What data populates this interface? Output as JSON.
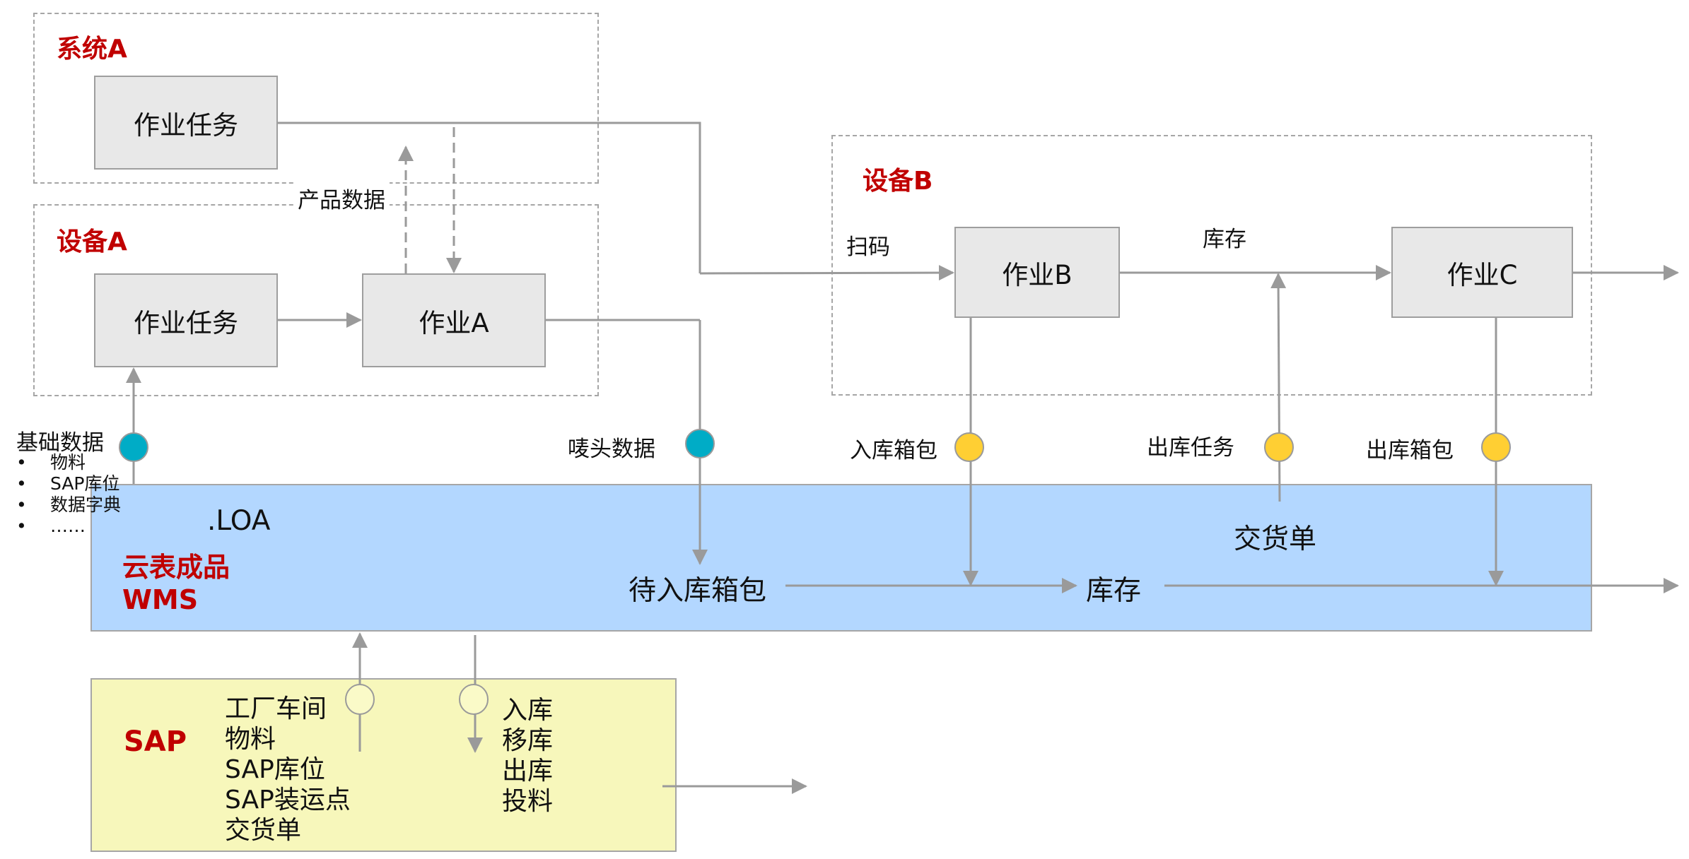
{
  "groups": {
    "system_a": {
      "title": "系统A",
      "task": "作业任务"
    },
    "device_a": {
      "title": "设备A",
      "task": "作业任务",
      "job": "作业A"
    },
    "device_b": {
      "title": "设备B",
      "job_b": "作业B",
      "job_c": "作业C",
      "scan_label": "扫码",
      "stock_label": "库存"
    }
  },
  "flow_labels": {
    "product_data": "产品数据",
    "base_data": "基础数据",
    "base_data_items": [
      "物料",
      "SAP库位",
      "数据字典",
      "……"
    ],
    "mark_data": "唛头数据",
    "inbound_package": "入库箱包",
    "outbound_task": "出库任务",
    "outbound_package": "出库箱包"
  },
  "wms": {
    "loa": ".LOA",
    "title_line1": "云表成品",
    "title_line2": "WMS",
    "pending_inbound": "待入库箱包",
    "stock": "库存",
    "delivery_note": "交货单"
  },
  "sap": {
    "title": "SAP",
    "to_wms": [
      "工厂车间",
      "物料",
      "SAP库位",
      "SAP装运点",
      "交货单"
    ],
    "from_wms": [
      "入库",
      "移库",
      "出库",
      "投料"
    ]
  },
  "colors": {
    "red_title": "#c00000",
    "teal_connector": "#00acc6",
    "yellow_connector": "#ffcf33",
    "pale_connector": "#fafac8",
    "wms_fill": "#b3d7ff",
    "sap_fill": "#f7f7bb",
    "process_fill": "#e8e8e8",
    "line": "#9a9a9a"
  }
}
